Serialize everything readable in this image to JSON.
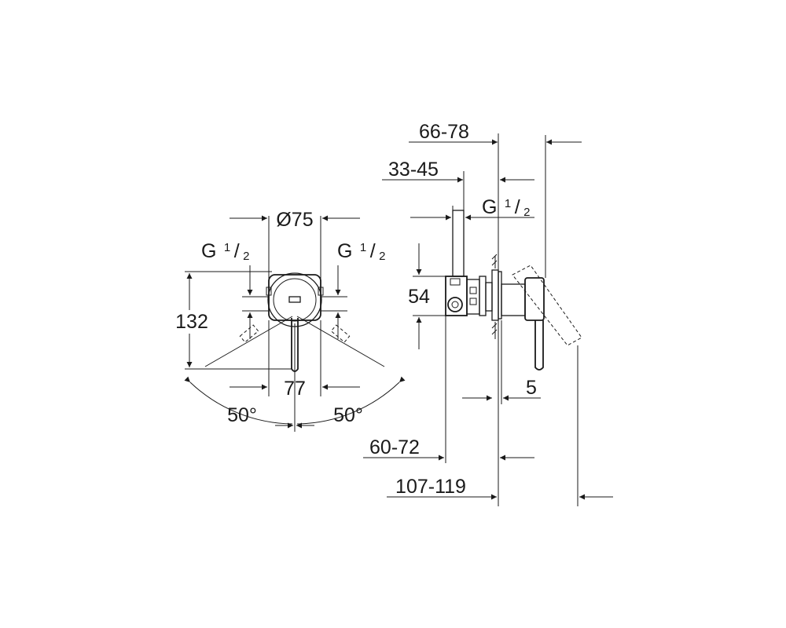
{
  "front_view": {
    "diameter_label": "Ø75",
    "thread_left": {
      "letter": "G",
      "numerator": "1",
      "denominator": "2"
    },
    "thread_right": {
      "letter": "G",
      "numerator": "1",
      "denominator": "2"
    },
    "height_label": "132",
    "width_label": "77",
    "angle_left": "50°",
    "angle_right": "50°"
  },
  "side_view": {
    "dim_top": "66-78",
    "dim_mid": "33-45",
    "thread": {
      "letter": "G",
      "numerator": "1",
      "denominator": "2"
    },
    "height_label": "54",
    "plate_label": "5",
    "dim_lower": "60-72",
    "dim_bottom": "107-119"
  }
}
